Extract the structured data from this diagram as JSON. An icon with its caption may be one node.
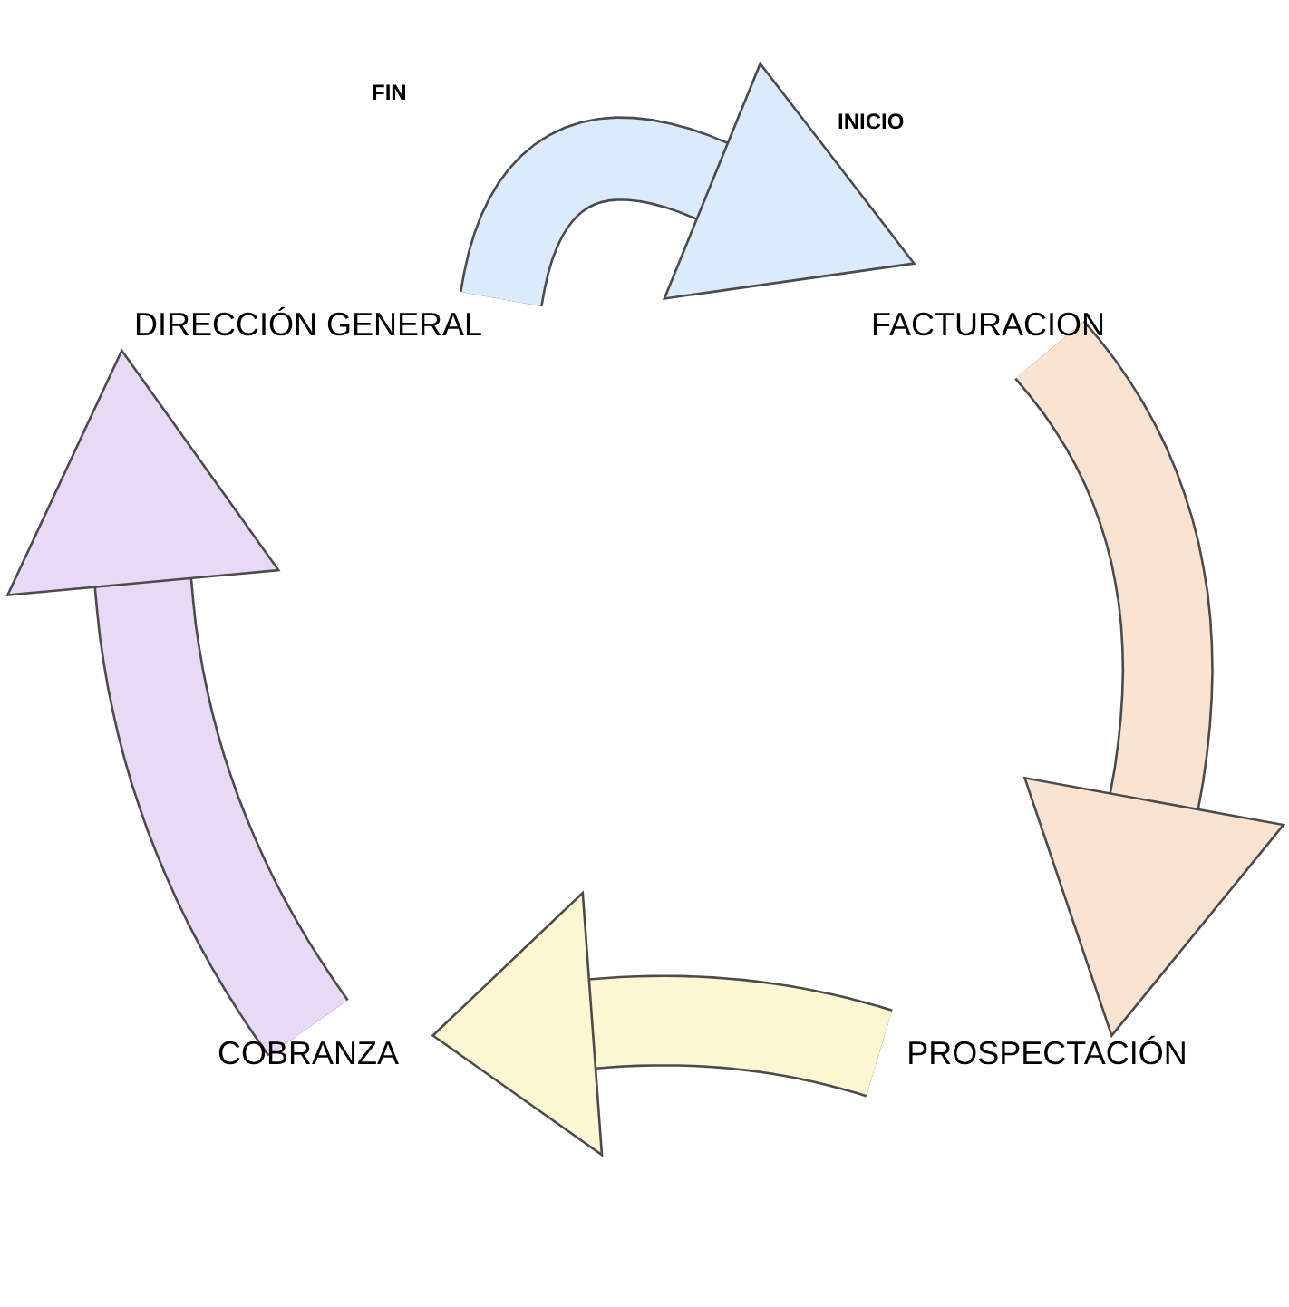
{
  "diagram": {
    "nodes": [
      {
        "text": [
          "DIRECCIÓN GENERAL"
        ]
      },
      {
        "text": [
          "FACTURACION"
        ]
      },
      {
        "text": [
          "PROSPECTACIÓN"
        ]
      },
      {
        "text": [
          "COBRANZA"
        ]
      }
    ],
    "edges": [
      {
        "from": 0,
        "to": 1,
        "arrow": "to",
        "color": "#dbeafc"
      },
      {
        "from": 1,
        "to": 2,
        "arrow": "to",
        "color": "#fbe3d2"
      },
      {
        "from": 2,
        "to": 3,
        "arrow": "to",
        "color": "#fbf7d2"
      },
      {
        "from": 3,
        "to": 0,
        "arrow": "to",
        "color": "#e8d9f7"
      }
    ],
    "labels": [
      "FIN",
      "INICIO"
    ]
  }
}
